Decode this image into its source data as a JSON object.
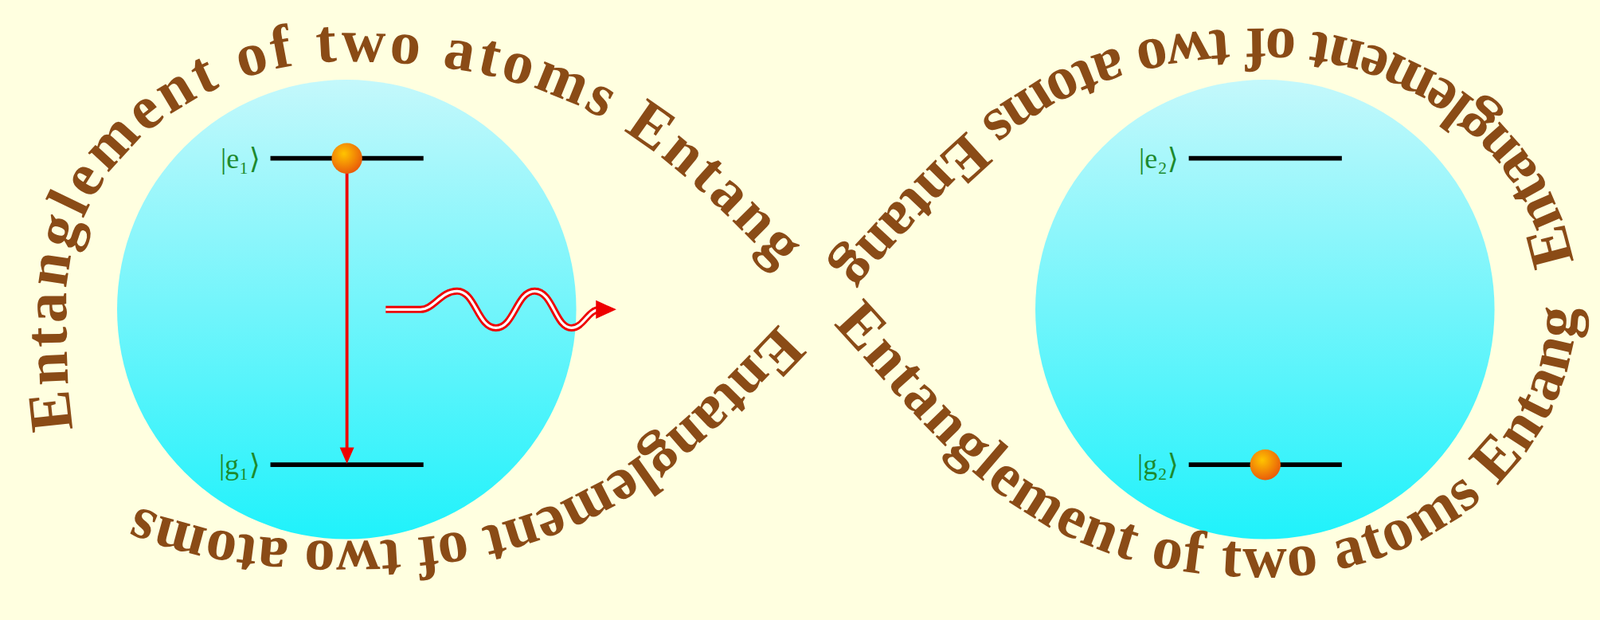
{
  "diagram": {
    "nodes": [
      {
        "text": [
          "|e₁⟩",
          "|g₁⟩"
        ]
      },
      {
        "text": [
          "|e₂⟩",
          "|g₂⟩"
        ]
      }
    ],
    "labels": [
      "Entanglement of two atoms Entang",
      "Entanglement of two atoms Entang",
      "Entanglement of two atoms Entang",
      "Entanglement of two atoms"
    ]
  }
}
